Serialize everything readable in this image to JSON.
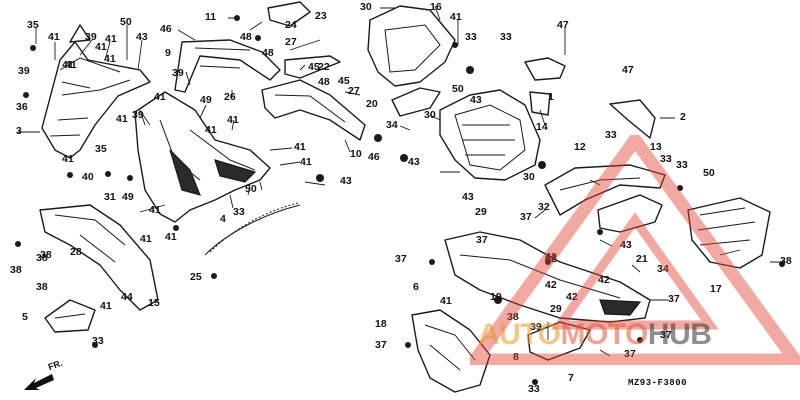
{
  "diagram": {
    "code": "MZ93-F3800",
    "front_label": "FR.",
    "watermark": {
      "prefix": "AUTO",
      "middle": "MOTO",
      "suffix": "HUB",
      "colors": {
        "triangle": "#e0402e",
        "prefix": "#e89a2a",
        "middle": "#e25b3a",
        "suffix": "#333333"
      }
    },
    "callouts": [
      "35",
      "41",
      "39",
      "41",
      "50",
      "41",
      "43",
      "46",
      "11",
      "48",
      "24",
      "23",
      "30",
      "16",
      "41",
      "47",
      "39",
      "41",
      "9",
      "48",
      "27",
      "33",
      "33",
      "36",
      "41",
      "39",
      "45",
      "22",
      "48",
      "45",
      "26",
      "27",
      "50",
      "1",
      "43",
      "20",
      "47",
      "3",
      "35",
      "41",
      "49",
      "41",
      "39",
      "41",
      "10",
      "46",
      "34",
      "30",
      "43",
      "14",
      "2",
      "41",
      "40",
      "31",
      "49",
      "41",
      "41",
      "41",
      "41",
      "50",
      "33",
      "30",
      "43",
      "12",
      "13",
      "33",
      "33",
      "43",
      "50",
      "41",
      "4",
      "41",
      "33",
      "38",
      "32",
      "37",
      "29",
      "37",
      "38",
      "28",
      "38",
      "25",
      "38",
      "44",
      "15",
      "41",
      "37",
      "42",
      "43",
      "21",
      "34",
      "17",
      "38",
      "6",
      "42",
      "42",
      "42",
      "37",
      "5",
      "41",
      "33",
      "42",
      "29",
      "19",
      "38",
      "39",
      "41",
      "37",
      "8",
      "7",
      "33",
      "37",
      "18",
      "37"
    ]
  }
}
